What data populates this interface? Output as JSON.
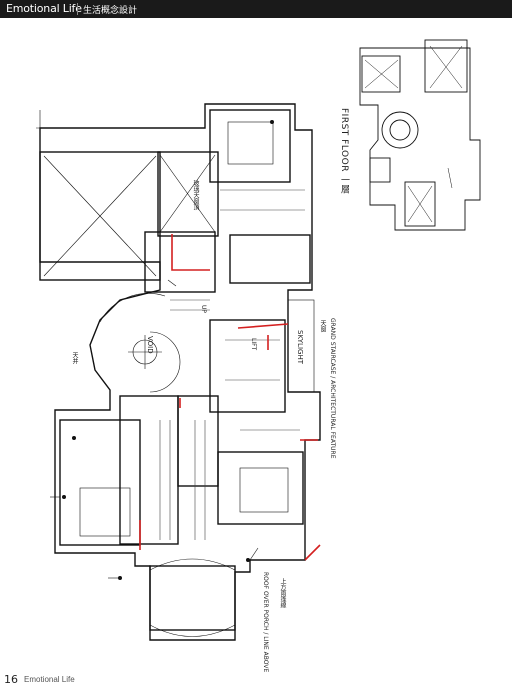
{
  "header": {
    "brand": "Emotional Life",
    "section_title": "生活概念設計"
  },
  "footer": {
    "page_number": "16",
    "brand": "Emotional Life"
  },
  "key_plan": {
    "floor_label": "FIRST FLOOR 一層"
  },
  "main_plan": {
    "void_label": "VOID",
    "void_label_cn": "天井",
    "skylight_label": "SKYLIGHT",
    "skylight_cn": "天窗",
    "staircase_label": "UP",
    "lift_label": "LIFT",
    "note_top_cn": "玻璃天窗頂",
    "note_grand_entrance": "GRAND STAIRCASE / ARCHITECTURAL FEATURE",
    "note_right_bottom": "ROOF OVER PORCH / LINE ABOVE",
    "note_right_cn": "上方雨篷線"
  },
  "colors": {
    "header_bg": "#1a1a1a",
    "highlight": "#d42020"
  }
}
